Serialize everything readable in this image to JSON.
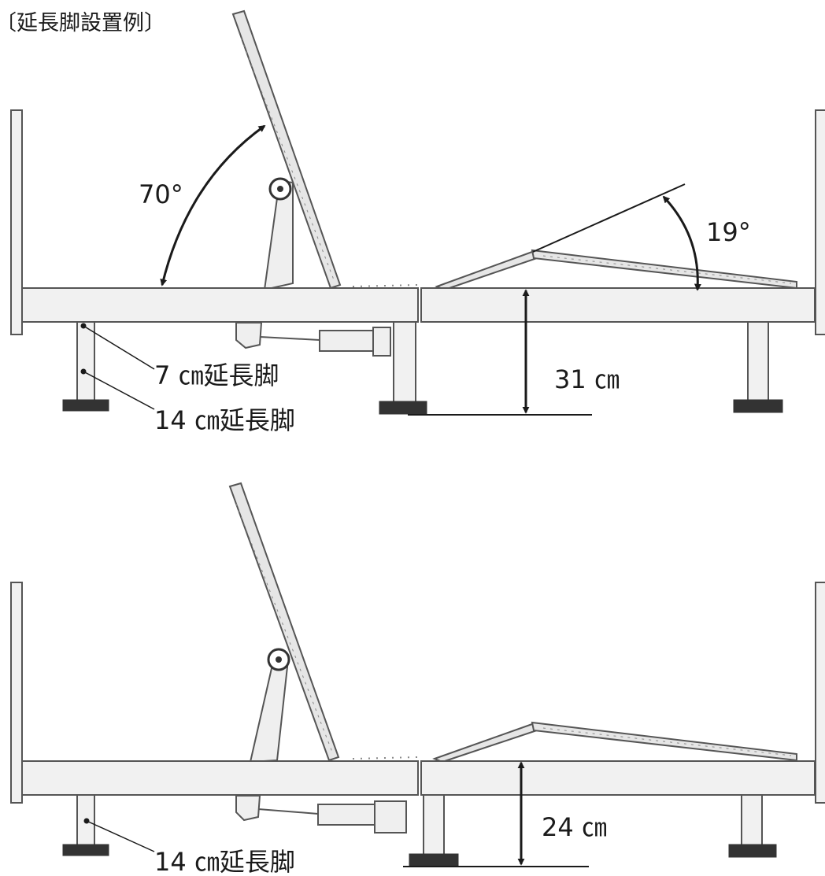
{
  "title": "〔延長脚設置例〕",
  "top_diagram": {
    "angle_head": "70°",
    "angle_foot": "19°",
    "label_leg_7": "7 ㎝延長脚",
    "label_leg_14": "14 ㎝延長脚",
    "height": "31 ㎝"
  },
  "bottom_diagram": {
    "label_leg_14": "14 ㎝延長脚",
    "height": "24 ㎝"
  },
  "colors": {
    "line": "#1a1a1a",
    "frame_fill": "#f1f1f1",
    "frame_stroke": "#555555",
    "base_fill": "#333333"
  }
}
